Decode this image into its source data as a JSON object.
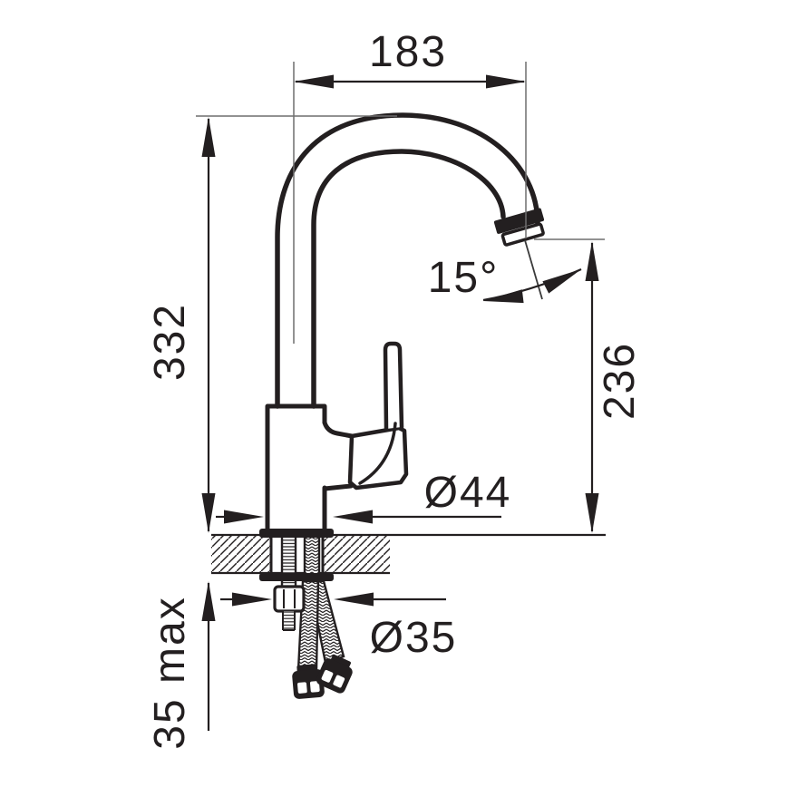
{
  "drawing": {
    "labels": {
      "spout_reach": "183",
      "total_height": "332",
      "spout_angle": "15°",
      "outlet_height": "236",
      "base_diameter": "Ø44",
      "hole_diameter": "Ø35",
      "max_deck_thickness": "35 max"
    }
  },
  "colors": {
    "ink": "#231f20",
    "extension_line": "#6f6f6f",
    "background": "#ffffff"
  }
}
